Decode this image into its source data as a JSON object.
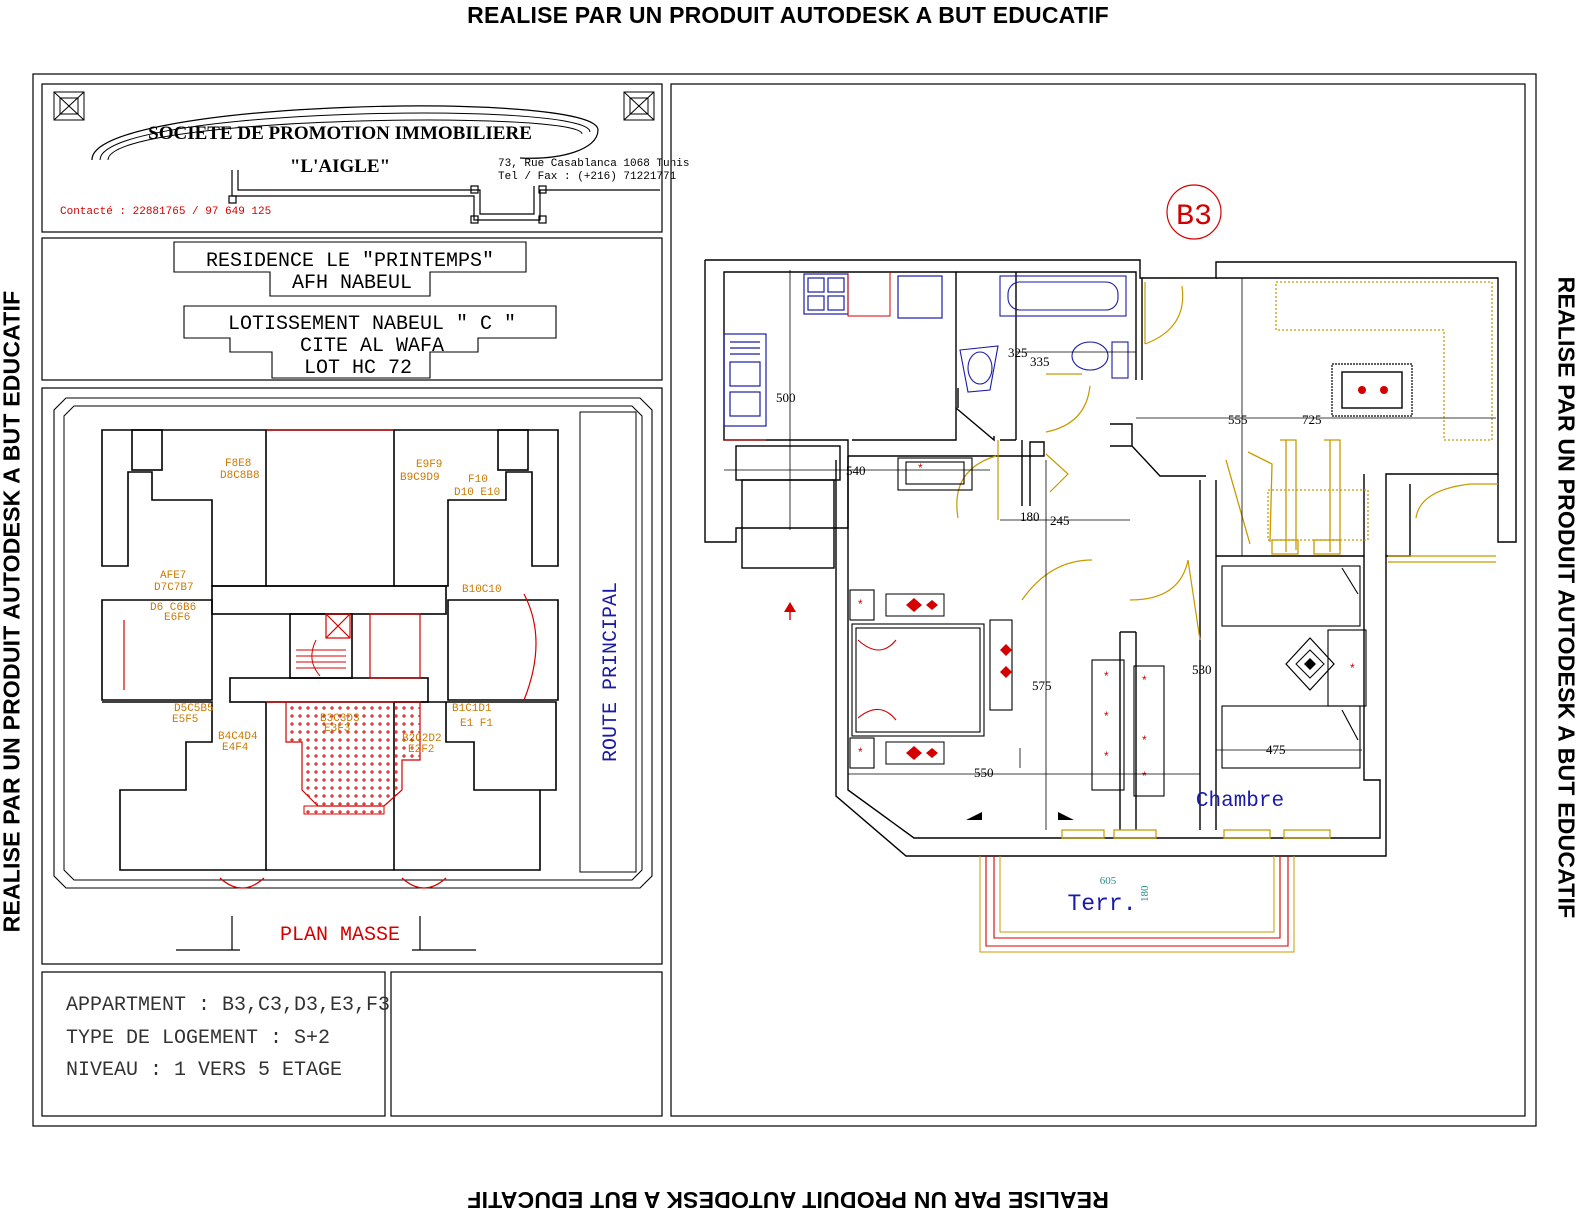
{
  "watermark": "REALISE PAR UN PRODUIT AUTODESK A BUT EDUCATIF",
  "company": {
    "name": "SOCIETE DE PROMOTION IMMOBILIERE",
    "subtitle": "\"L'AIGLE\"",
    "address": "73, Rue Casablanca 1068 Tunis",
    "phone": "Tel / Fax : (+216) 71221771",
    "contact": "Contacté : 22881765 / 97 649 125"
  },
  "project": {
    "line1": "RESIDENCE LE \"PRINTEMPS\"",
    "line2": "AFH NABEUL",
    "line3": "LOTISSEMENT  NABEUL \" C \"",
    "line4": "CITE  AL  WAFA",
    "line5": "LOT HC 72"
  },
  "site_plan": {
    "title": "PLAN MASSE",
    "road": "ROUTE PRINCIPAL",
    "labels": [
      "F8E8",
      "D8C8B8",
      "AFE7",
      "D7C7B7",
      "D6 C6B6",
      "E6F6",
      "E9F9",
      "B9C9D9",
      "F10",
      "D10 E10",
      "B10C10",
      "D5C5B5",
      "E5F5",
      "B4C4D4",
      "E4F4",
      "B3C3D3",
      "E3F3",
      "B2C2D2",
      "E2F2",
      "B1C1D1",
      "E1 F1"
    ]
  },
  "info": {
    "apartment": "APPARTMENT : B3,C3,D3,E3,F3",
    "type": "TYPE DE LOGEMENT : S+2",
    "level": "NIVEAU : 1 VERS 5 ETAGE"
  },
  "floor_plan": {
    "tag": "B3",
    "dimensions": [
      "500",
      "540",
      "325",
      "335",
      "180",
      "245",
      "555",
      "725",
      "575",
      "550",
      "530",
      "475",
      "605",
      "180"
    ],
    "rooms": [
      "Chambre",
      "Terr."
    ]
  },
  "colors": {
    "wall": "#000000",
    "red": "#d40000",
    "blue": "#1a1aa8",
    "yellow": "#c89a00",
    "orange": "#cc7a00",
    "teal": "#2a8c8c"
  }
}
